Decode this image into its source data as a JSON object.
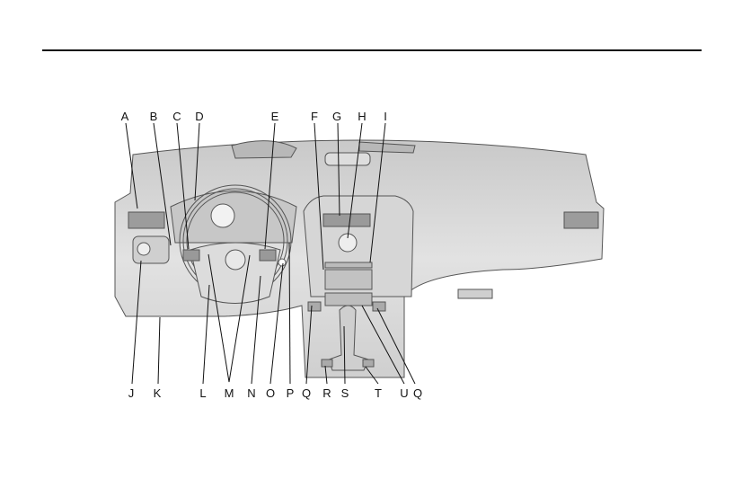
{
  "diagram": {
    "colors": {
      "line": "#111111",
      "panel": "#d9d9d9",
      "panel_dark": "#b5b5b5",
      "background": "#ffffff"
    },
    "top_labels": [
      "A",
      "B",
      "C",
      "D",
      "E",
      "F",
      "G",
      "H",
      "I"
    ],
    "bottom_labels": [
      "J",
      "K",
      "L",
      "M",
      "N",
      "O",
      "P",
      "Q",
      "R",
      "S",
      "T",
      "U",
      "Q"
    ]
  }
}
